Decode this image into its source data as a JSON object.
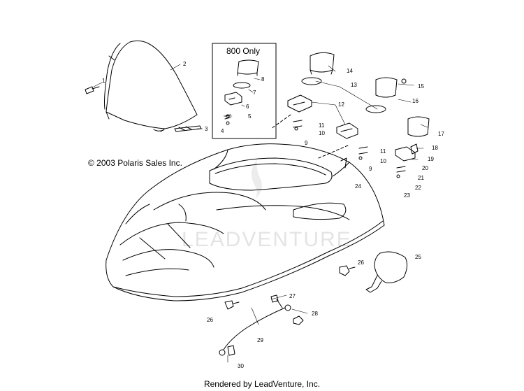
{
  "diagram": {
    "box_title": "800 Only",
    "copyright": "© 2003 Polaris Sales Inc.",
    "footer": "Rendered by LeadVenture, Inc.",
    "watermark": "LEADVENTURE",
    "callouts": [
      "1",
      "2",
      "3",
      "4",
      "5",
      "6",
      "7",
      "8",
      "9",
      "9",
      "10",
      "10",
      "11",
      "11",
      "12",
      "13",
      "14",
      "15",
      "16",
      "17",
      "18",
      "19",
      "20",
      "21",
      "22",
      "23",
      "24",
      "25",
      "26",
      "26",
      "27",
      "28",
      "29",
      "30"
    ]
  }
}
